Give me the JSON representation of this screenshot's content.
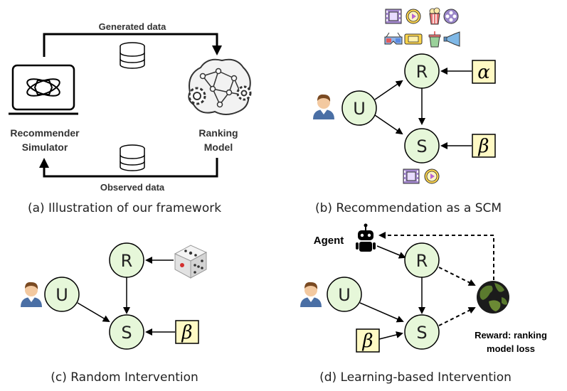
{
  "panel_a": {
    "top_label": "Generated data",
    "bottom_label": "Observed data",
    "left_label_line1": "Recommender",
    "left_label_line2": "Simulator",
    "right_label_line1": "Ranking",
    "right_label_line2": "Model",
    "caption": "(a) Illustration of our framework"
  },
  "panel_b": {
    "node_r": "R",
    "node_u": "U",
    "node_s": "S",
    "alpha": "α",
    "beta": "β",
    "caption": "(b) Recommendation as a SCM"
  },
  "panel_c": {
    "node_r": "R",
    "node_u": "U",
    "node_s": "S",
    "beta": "β",
    "caption": "(c) Random Intervention"
  },
  "panel_d": {
    "agent_label": "Agent",
    "node_r": "R",
    "node_u": "U",
    "node_s": "S",
    "beta": "β",
    "reward_line1": "Reward: ranking",
    "reward_line2": "model loss",
    "caption": "(d) Learning-based Intervention"
  },
  "colors": {
    "node_fill": "#e6f7d9",
    "greek_box_fill": "#fff9c4",
    "arrow": "#000000"
  }
}
